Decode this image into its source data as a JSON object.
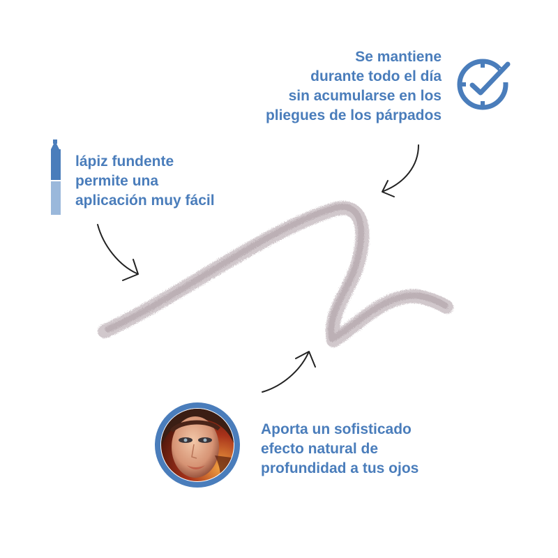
{
  "theme": {
    "accent": "#4a7dbb",
    "accent_light": "#9ab8db",
    "stroke_color": "#c2b6bc",
    "arrow_color": "#222222"
  },
  "icons": {
    "clock": "clock-check-icon",
    "pencil": "pencil-icon",
    "portrait": "model-portrait"
  },
  "callouts": {
    "top": {
      "lines": [
        "Se mantiene",
        "durante todo el día",
        "sin acumularse en los",
        "pliegues de los párpados"
      ]
    },
    "left": {
      "lines": [
        "lápiz fundente",
        "permite una",
        "aplicación muy fácil"
      ]
    },
    "bottom": {
      "lines": [
        "Aporta un sofisticado",
        "efecto natural de",
        "profundidad a tus ojos"
      ]
    }
  }
}
